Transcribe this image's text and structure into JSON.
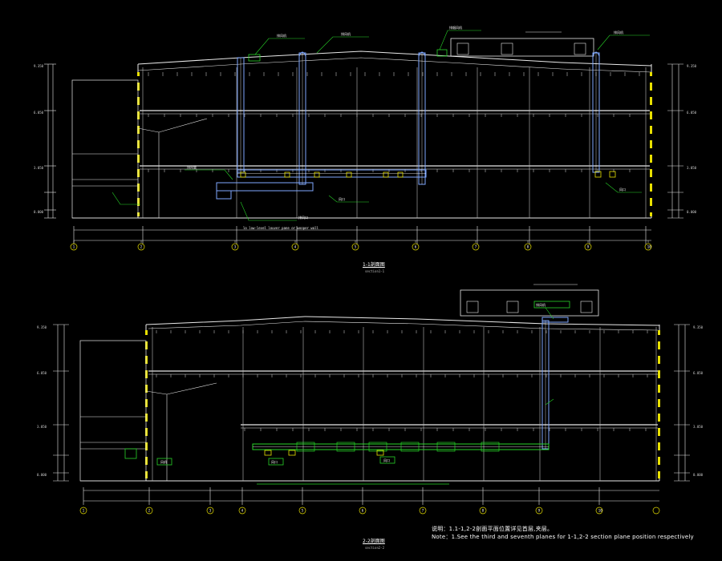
{
  "colors": {
    "background": "#000000",
    "structure": "#e8e8e8",
    "grid": "#bdbdbd",
    "duct": "#7fa8ff",
    "duct_fill": "#cfe0ff",
    "leader": "#27d427",
    "glazing": "#e8e000",
    "marker": "#e8e000"
  },
  "section1": {
    "title": "1-1剖面图",
    "subtitle": "section1-1",
    "axis_labels": [
      "1",
      "2",
      "3",
      "4",
      "5",
      "6",
      "7",
      "8",
      "9",
      "10"
    ],
    "leader_note": "lo low-level  louver  pane  or  wooper  wall"
  },
  "section2": {
    "title": "2-2剖面图",
    "subtitle": "section2-2",
    "axis_labels": [
      "1",
      "2",
      "3",
      "4",
      "5",
      "6",
      "7",
      "8",
      "9",
      "10"
    ]
  },
  "notes": {
    "line1": "说明：1.1-1,2-2剖面平面位置详见首层,夹层。",
    "line2": "Note：1.See the  third  and seventh planes for  1-1,2-2 section plane position respectively"
  }
}
